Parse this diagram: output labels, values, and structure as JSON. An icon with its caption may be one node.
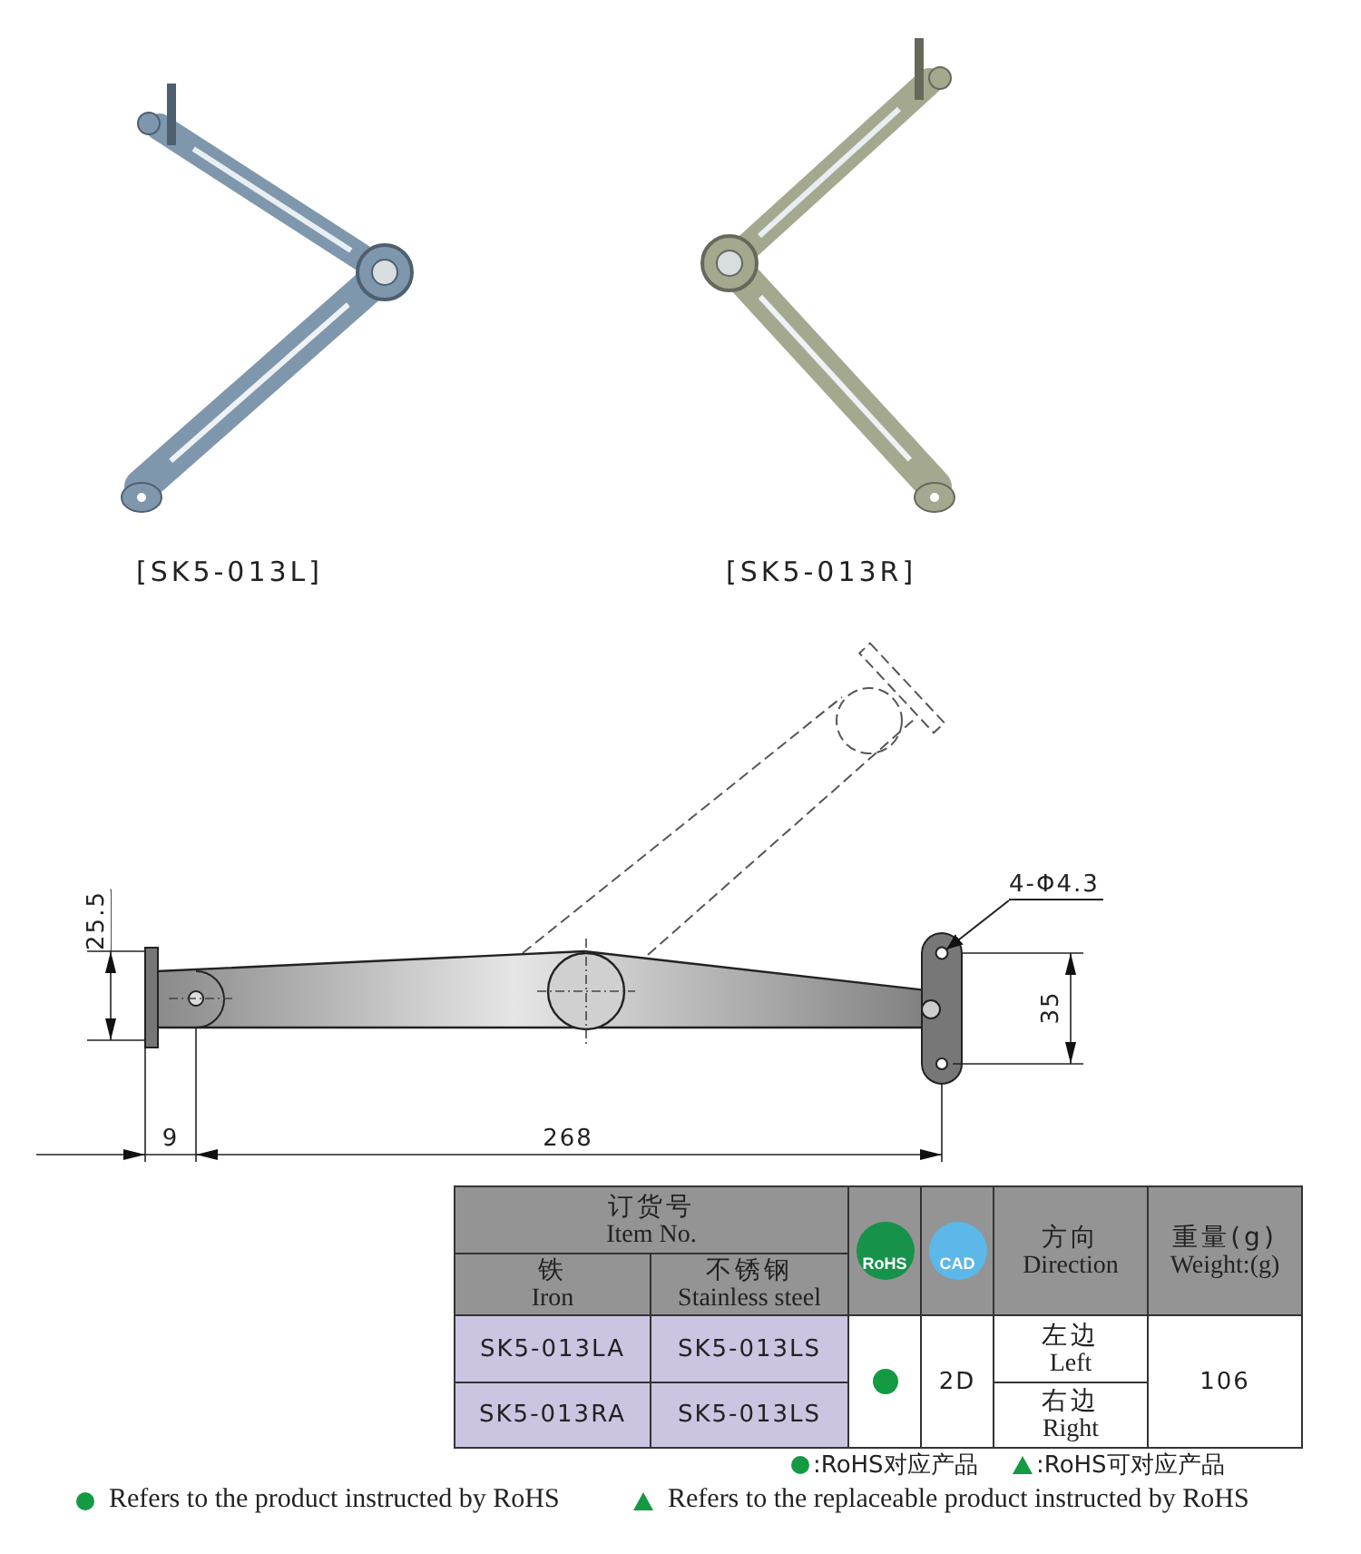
{
  "diagram": {
    "nodes": [
      {
        "text": [
          "4-Φ4.3"
        ]
      },
      {
        "text": [],
        "shape": "circle"
      }
    ],
    "edges": [
      {
        "from": 0,
        "to": 1,
        "arrow": "to"
      }
    ],
    "labels": [
      "[SK5-013L]",
      "[SK5-013R]",
      "25.5",
      "35",
      "9",
      "268",
      "订货号",
      "Item No.",
      "铁",
      "Iron",
      "不锈钢",
      "Stainless steel",
      "RoHS",
      "CAD",
      "方向",
      "Direction",
      "重量(g)",
      "Weight:(g)",
      "SK5-013LA",
      "SK5-013LS",
      "2D",
      "左边",
      "Left",
      "106",
      "SK5-013RA",
      "SK5-013LS",
      "右边",
      "Right"
    ],
    "legend": [
      {
        "text": ":RoHS对应产品",
        "color": "#139a43"
      },
      {
        "text": ":RoHS可对应产品"
      },
      {
        "text": "Refers to the product instructed by RoHS",
        "color": "#139a43"
      },
      {
        "text": "Refers to the replaceable product instructed by RoHS"
      }
    ]
  }
}
